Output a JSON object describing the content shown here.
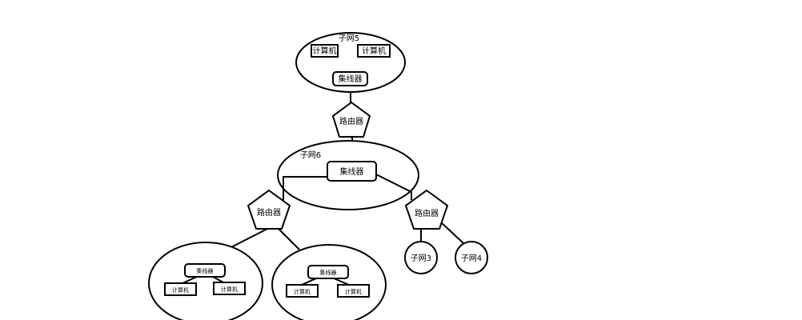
{
  "diagram": {
    "subnet5": {
      "label": "子网5",
      "computer_left": "计算机",
      "computer_right": "计算机",
      "hub": "集线器"
    },
    "router_top": {
      "label": "路由器"
    },
    "subnet6": {
      "label": "子网6",
      "hub": "集线器"
    },
    "router_left": {
      "label": "路由器"
    },
    "router_right": {
      "label": "路由器"
    },
    "subnet3": {
      "label": "子网3"
    },
    "subnet4": {
      "label": "子网4"
    },
    "subnet_bl": {
      "hub": "集线器",
      "computer_left": "计算机",
      "computer_right": "计算机"
    },
    "subnet_br": {
      "hub": "集线器",
      "computer_left": "计算机",
      "computer_right": "计算机"
    }
  }
}
